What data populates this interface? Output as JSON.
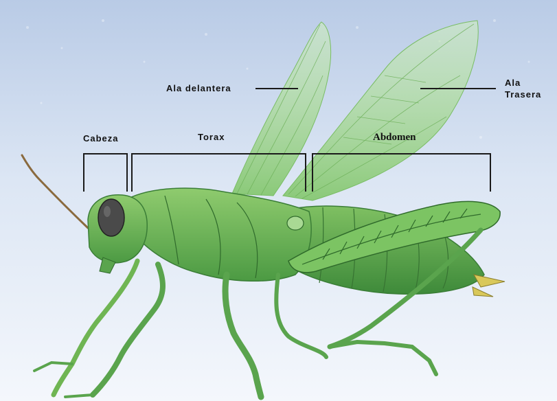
{
  "diagram": {
    "labels": {
      "head": "Cabeza",
      "thorax": "Torax",
      "abdomen": "Abdomen",
      "forewing": "Ala delantera",
      "hindwing_line1": "Ala",
      "hindwing_line2": "Trasera"
    },
    "colors": {
      "body_green": "#6fb553",
      "dark_green": "#3f8a3a",
      "light_green": "#a6d98a",
      "wing": "#8fd07a",
      "eye": "#4a4a4a",
      "antenna": "#8a6a3e",
      "line": "#1a1a1a"
    }
  }
}
